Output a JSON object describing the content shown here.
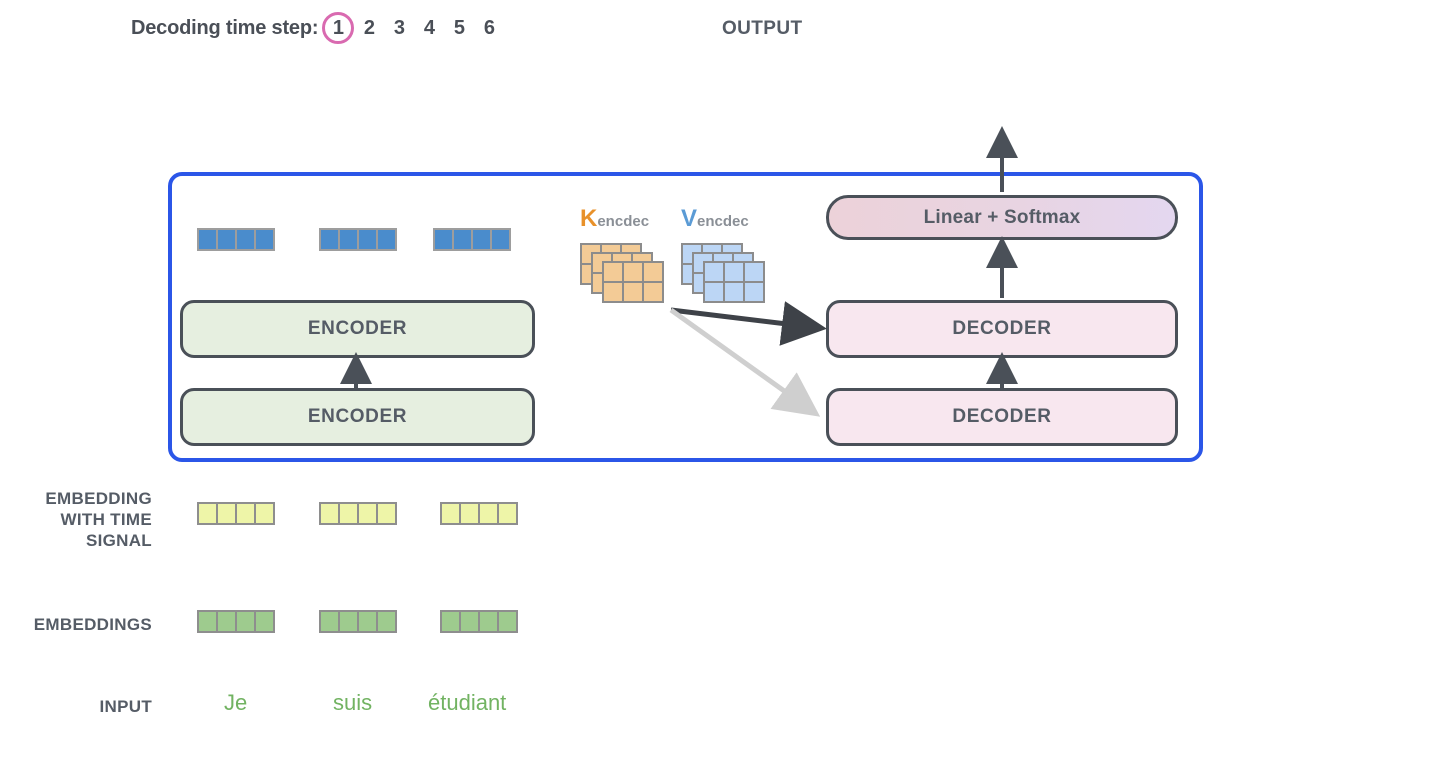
{
  "header": {
    "timestep_label": "Decoding time step:",
    "steps": [
      "1",
      "2",
      "3",
      "4",
      "5",
      "6"
    ],
    "active_step_index": 0,
    "output_label": "OUTPUT",
    "active_step_color": "#d96ab0"
  },
  "container": {
    "border_color": "#2b56e8"
  },
  "modules": {
    "encoder_top": "ENCODER",
    "encoder_bottom": "ENCODER",
    "decoder_top": "DECODER",
    "decoder_bottom": "DECODER",
    "linear_softmax": "Linear + Softmax"
  },
  "attention_memory": [
    {
      "name": "K",
      "symbol": "K",
      "subscript": "encdec",
      "color": "#e8912a",
      "cell_color": "#f3cb96",
      "planes": 3,
      "rows": 2,
      "cols": 3
    },
    {
      "name": "V",
      "symbol": "V",
      "subscript": "encdec",
      "color": "#5b9bd5",
      "cell_color": "#bcd6f5",
      "planes": 3,
      "rows": 2,
      "cols": 3
    }
  ],
  "row_labels": {
    "embedding_with_time_signal": "EMBEDDING\nWITH TIME\nSIGNAL",
    "embedding_with_time_signal_lines": [
      "EMBEDDING",
      "WITH TIME",
      "SIGNAL"
    ],
    "embeddings": "EMBEDDINGS",
    "input": "INPUT"
  },
  "vector_rows": [
    {
      "name": "encoder-output-vectors",
      "color": "#4a8ccc",
      "cells": 4,
      "count": 3
    },
    {
      "name": "embedding-with-time-signal-vectors",
      "color": "#eef5a8",
      "cells": 4,
      "count": 3
    },
    {
      "name": "embedding-vectors",
      "color": "#9ecb8e",
      "cells": 4,
      "count": 3
    }
  ],
  "input_words": [
    "Je",
    "suis",
    "étudiant"
  ],
  "input_word_color": "#72b362",
  "arrows": {
    "kv_to_decoder_top": {
      "color": "#3e4248",
      "label": "encdec-to-decoder-top-arrow"
    },
    "kv_to_decoder_bottom": {
      "color": "#cfcfcf",
      "label": "encdec-to-decoder-bottom-arrow"
    },
    "encoder_stack": {
      "color": "#4a5058",
      "label": "encoder-to-encoder-arrow"
    },
    "decoder_stack": {
      "color": "#4a5058",
      "label": "decoder-to-decoder-arrow"
    },
    "decoder_to_linear": {
      "color": "#4a5058",
      "label": "decoder-to-linear-arrow"
    },
    "output": {
      "color": "#4a5058",
      "label": "output-arrow"
    }
  }
}
